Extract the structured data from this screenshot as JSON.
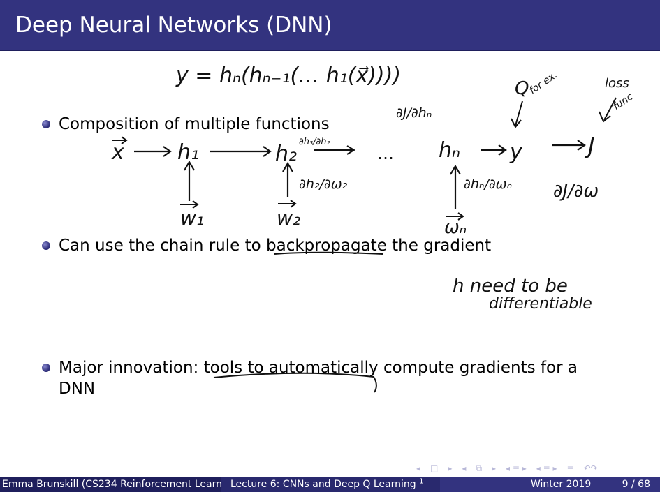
{
  "slide": {
    "title": "Deep Neural Networks (DNN)",
    "bullets": [
      {
        "text": "Composition of multiple functions"
      },
      {
        "text_before": "Can use the chain rule to ",
        "text_under": "backpropagat",
        "text_after": "e the gradient"
      },
      {
        "text_under": "tools to automatic",
        "text_before": "Major innovation: ",
        "text_after": "ally compute gradients for a",
        "line2": "DNN"
      }
    ]
  },
  "annotations": {
    "equation": "y = hₙ(hₙ₋₁(… h₁(x⃗))))",
    "x": "x",
    "h1": "h₁",
    "h2": "h₂",
    "dots": "…",
    "hn": "hₙ",
    "y": "y",
    "J": "J",
    "w1": "w₁",
    "w2": "w₂",
    "wn": "ωₙ",
    "dJ_dhn": "∂J/∂hₙ",
    "dh_dh": "∂h₃/∂h₂",
    "dh2_dw2": "∂h₂/∂ω₂",
    "dhn_dwn": "∂hₙ/∂ωₙ",
    "dJ_dw": "∂J/∂ω",
    "Q": "Q",
    "for_ex": "for ex.",
    "loss": "loss",
    "func": "func",
    "need1": "h need to be",
    "need2": "differentiable"
  },
  "footer": {
    "author": "Emma Brunskill (CS234 Reinforcement Learn",
    "lecture": "Lecture 6: CNNs and Deep Q Learning",
    "footnote_mark": "1",
    "date": "Winter 2019",
    "page": "9 / 68"
  },
  "nav_icons": [
    "frame-prev-icon",
    "frame-next-icon",
    "section-prev-icon",
    "section-next-icon",
    "subsection-prev-icon",
    "subsection-next-icon",
    "align-icon",
    "search-icon"
  ]
}
